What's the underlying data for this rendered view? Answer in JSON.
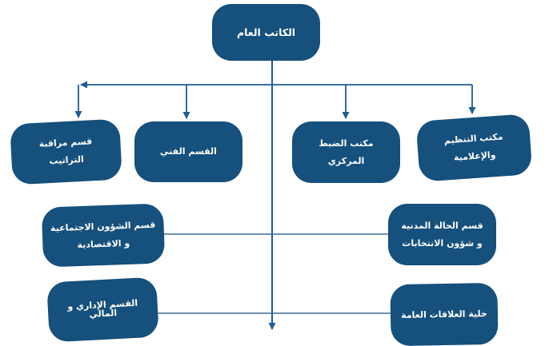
{
  "diagram": {
    "type": "orgchart",
    "language": "ar",
    "colors": {
      "background": "#FFFFFF",
      "node_fill": "#16507C",
      "node_text": "#FFFFFF",
      "line": "#1E5C94",
      "cross_line": "#3F6D97"
    },
    "nodes": {
      "general_secretary": {
        "label": "الكاتب العام"
      },
      "regulations_monitoring": {
        "line1": "قسم مراقبة",
        "line2": "التراتيب"
      },
      "technical": {
        "label": "القسم الفني"
      },
      "central_registry": {
        "line1": "مكتب الضبط",
        "line2": "المركزي"
      },
      "organization_informatics": {
        "line1": "مكتب التنظيم",
        "line2": "والإعلامية"
      },
      "social_economic": {
        "line1": "قسم الشؤون الاجتماعية",
        "line2": "و الاقتصادية"
      },
      "civil_status_elections": {
        "line1": "قسم الحالة المدنية",
        "line2": "و شؤون الانتخابات"
      },
      "admin_financial": {
        "line1": "القسم الإداري و",
        "line2": "المالي"
      },
      "public_relations": {
        "label": "خلية العلاقات العامة"
      }
    },
    "edges": [
      {
        "from": "general_secretary",
        "to": "regulations_monitoring"
      },
      {
        "from": "general_secretary",
        "to": "technical"
      },
      {
        "from": "general_secretary",
        "to": "central_registry"
      },
      {
        "from": "general_secretary",
        "to": "organization_informatics"
      },
      {
        "from": "general_secretary",
        "to": "social_economic"
      },
      {
        "from": "general_secretary",
        "to": "civil_status_elections"
      },
      {
        "from": "general_secretary",
        "to": "admin_financial"
      },
      {
        "from": "general_secretary",
        "to": "public_relations"
      }
    ]
  }
}
